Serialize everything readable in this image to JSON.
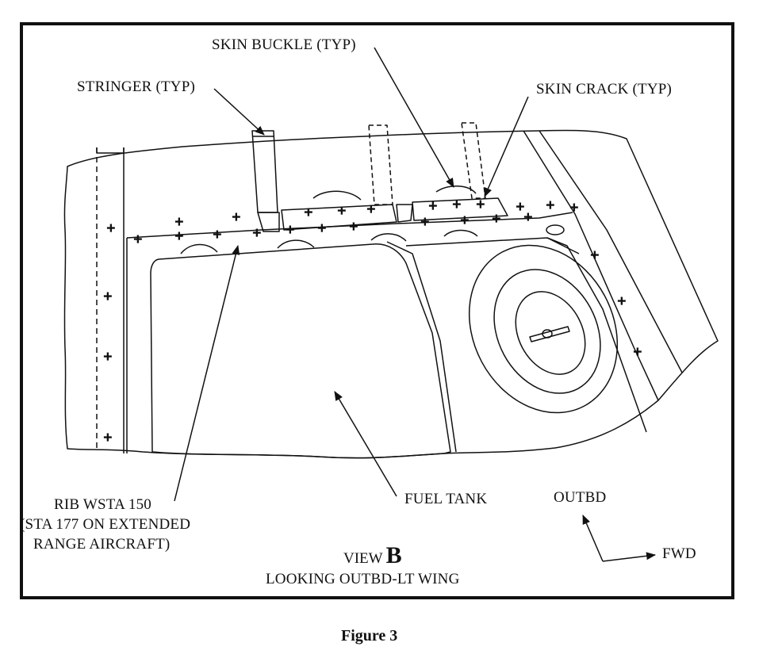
{
  "callouts": {
    "skin_buckle": "SKIN BUCKLE (TYP)",
    "stringer": "STRINGER (TYP)",
    "skin_crack": "SKIN CRACK (TYP)",
    "rib_line1": "RIB WSTA 150",
    "rib_line2": "(STA 177 ON EXTENDED",
    "rib_line3": "RANGE AIRCRAFT)",
    "fuel_tank": "FUEL TANK",
    "outbd": "OUTBD",
    "fwd": "FWD"
  },
  "view": {
    "word": "VIEW",
    "letter": "B",
    "subtitle": "LOOKING OUTBD-LT WING"
  },
  "figure_caption": "Figure 3"
}
